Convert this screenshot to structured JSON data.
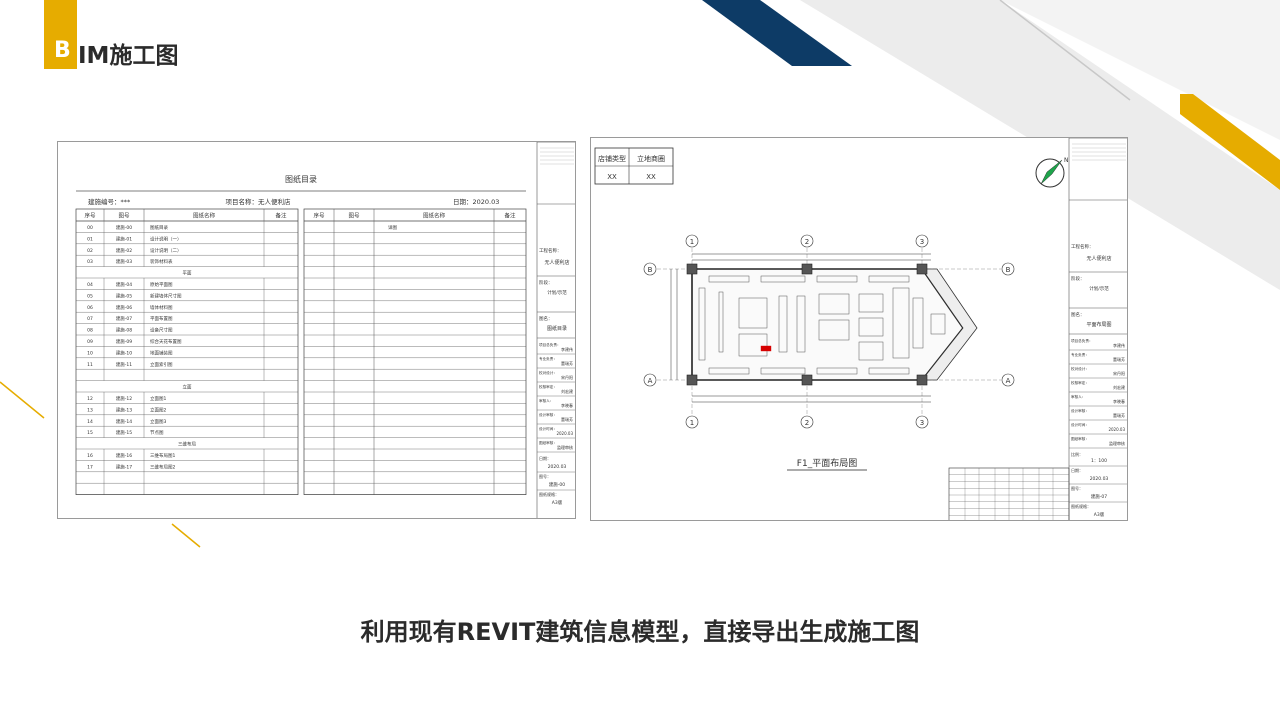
{
  "slide": {
    "title_initial": "B",
    "title_rest": "IM施工图",
    "caption": "利用现有REVIT建筑信息模型，直接导出生成施工图"
  },
  "colors": {
    "accent_yellow": "#e6ac00",
    "accent_navy": "#0d3b66",
    "light_gray": "#e9e9e9"
  },
  "left_sheet": {
    "heading": "图纸目录",
    "project_no": "建施编号：***",
    "project_name": "项目名称：无人便利店",
    "date": "日期：2020.03",
    "columns": [
      "序号",
      "图号",
      "图纸名称",
      "备注"
    ],
    "columns_right": [
      "序号",
      "图号",
      "图纸名称",
      "备注"
    ],
    "right_note": "详图",
    "rows": [
      {
        "no": "00",
        "code": "建施-00",
        "name": "图纸目录"
      },
      {
        "no": "01",
        "code": "建施-01",
        "name": "设计说明（一）"
      },
      {
        "no": "02",
        "code": "建施-02",
        "name": "设计说明（二）"
      },
      {
        "no": "03",
        "code": "建施-03",
        "name": "装饰材料表"
      },
      {
        "section": "平面"
      },
      {
        "no": "04",
        "code": "建施-04",
        "name": "原始平面图"
      },
      {
        "no": "05",
        "code": "建施-05",
        "name": "新建墙体尺寸图"
      },
      {
        "no": "06",
        "code": "建施-06",
        "name": "墙体材料图"
      },
      {
        "no": "07",
        "code": "建施-07",
        "name": "平面布置图"
      },
      {
        "no": "08",
        "code": "建施-08",
        "name": "设备尺寸图"
      },
      {
        "no": "09",
        "code": "建施-09",
        "name": "综合天花布置图"
      },
      {
        "no": "10",
        "code": "建施-10",
        "name": "地面铺装图"
      },
      {
        "no": "11",
        "code": "建施-11",
        "name": "立面索引图"
      },
      {
        "blank": true
      },
      {
        "section": "立面"
      },
      {
        "no": "12",
        "code": "建施-12",
        "name": "立面图1"
      },
      {
        "no": "13",
        "code": "建施-13",
        "name": "立面图2"
      },
      {
        "no": "14",
        "code": "建施-14",
        "name": "立面图3"
      },
      {
        "no": "15",
        "code": "建施-15",
        "name": "节点图"
      },
      {
        "section": "三维布局"
      },
      {
        "no": "16",
        "code": "建施-16",
        "name": "三维布局图1"
      },
      {
        "no": "17",
        "code": "建施-17",
        "name": "三维布局图2"
      },
      {
        "blank": true
      },
      {
        "blank": true
      }
    ],
    "titleblock": {
      "project_label": "工程名称：",
      "project_value": "无人便利店",
      "stage_label": "阶段：",
      "stage_value": "计划/示范",
      "drawing_label": "图名：",
      "drawing_value": "图纸目录",
      "people": [
        {
          "role": "项目总负责：",
          "name": "李建伟"
        },
        {
          "role": "专业负责：",
          "name": "董瑞芳"
        },
        {
          "role": "校对设计：",
          "name": "宋丹阳"
        },
        {
          "role": "校核审定：",
          "name": "刘宏建"
        },
        {
          "role": "审核人：",
          "name": "李晓春"
        },
        {
          "role": "设计审核：",
          "name": "董瑞芳"
        },
        {
          "role": "设计时间：",
          "name": "2020.03"
        },
        {
          "role": "图纸审核：",
          "name": "监理审核"
        }
      ],
      "date_label": "日期：",
      "date_value": "2020.03",
      "sheet_label": "图号：",
      "sheet_value": "建施-00",
      "size_label": "图纸规格：",
      "size_value": "A3版"
    }
  },
  "right_sheet": {
    "store_type_label": "店铺类型",
    "store_type_value": "XX",
    "site_type_label": "立地商圈",
    "site_type_value": "XX",
    "plan_title": "F1_平面布局图",
    "grid_axes": [
      "1",
      "2",
      "3",
      "A",
      "B"
    ],
    "titleblock": {
      "project_label": "工程名称：",
      "project_value": "无人便利店",
      "stage_label": "阶段：",
      "stage_value": "计划/示范",
      "drawing_label": "图名：",
      "drawing_value": "平面布局图",
      "people": [
        {
          "role": "项目总负责：",
          "name": "李建伟"
        },
        {
          "role": "专业负责：",
          "name": "董瑞芳"
        },
        {
          "role": "校对设计：",
          "name": "宋丹阳"
        },
        {
          "role": "校核审定：",
          "name": "刘宏建"
        },
        {
          "role": "审核人：",
          "name": "李晓春"
        },
        {
          "role": "设计审核：",
          "name": "董瑞芳"
        },
        {
          "role": "设计时间：",
          "name": "2020.03"
        },
        {
          "role": "图纸审核：",
          "name": "监理审核"
        }
      ],
      "scale_label": "比例：",
      "scale_value": "1：100",
      "date_label": "日期：",
      "date_value": "2020.03",
      "sheet_label": "图号：",
      "sheet_value": "建施-07",
      "size_label": "图纸规格：",
      "size_value": "A3版"
    }
  }
}
